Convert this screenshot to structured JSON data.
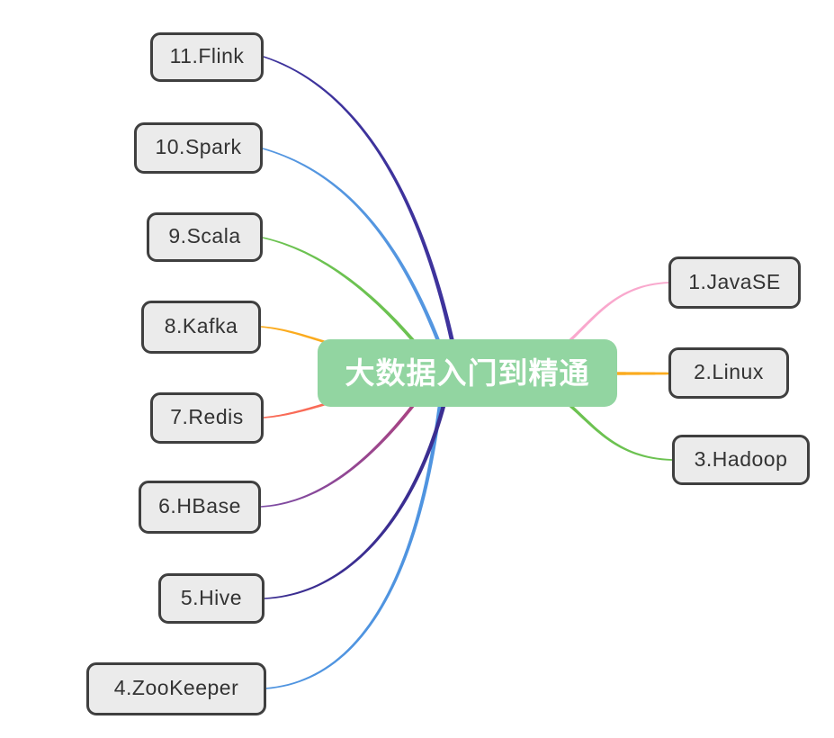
{
  "root": {
    "label": "大数据入门到精通",
    "fill": "#92d5a1",
    "text_color": "#ffffff"
  },
  "children": [
    {
      "label": "1.JavaSE",
      "branch_color": "#f9a8cd"
    },
    {
      "label": "2.Linux",
      "branch_color": "#fbab1e"
    },
    {
      "label": "3.Hadoop",
      "branch_color": "#6cc251"
    },
    {
      "label": "4.ZooKeeper",
      "branch_color": "#4f94e0"
    },
    {
      "label": "5.Hive",
      "branch_color": "#3b2e91"
    },
    {
      "label": "6.HBase",
      "branch_color": "#7b4aa3",
      "branch_color_end": "#b2437d"
    },
    {
      "label": "7.Redis",
      "branch_color": "#f96b57"
    },
    {
      "label": "8.Kafka",
      "branch_color": "#fbab1e"
    },
    {
      "label": "9.Scala",
      "branch_color": "#6cc251"
    },
    {
      "label": "10.Spark",
      "branch_color": "#5496e0"
    },
    {
      "label": "11.Flink",
      "branch_color": "#3e339c"
    }
  ],
  "node_style": {
    "fill": "#ebebeb",
    "border_color": "#3f3f3f",
    "text_color": "#333333"
  },
  "background_color": "#ffffff"
}
